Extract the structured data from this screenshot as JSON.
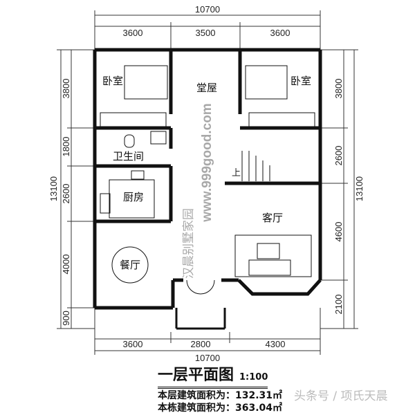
{
  "dimensions": {
    "top_total": "10700",
    "top_segments": [
      "3600",
      "3500",
      "3600"
    ],
    "left_total": "13100",
    "left_segments": [
      "3800",
      "1800",
      "2600",
      "4000",
      "900"
    ],
    "right_total": "13100",
    "right_segments": [
      "3800",
      "2600",
      "4600",
      "2100"
    ],
    "bottom_segments": [
      "3600",
      "2800",
      "4300"
    ],
    "bottom_total": "10700"
  },
  "rooms": {
    "bedroom_left": "卧室",
    "hall": "堂屋",
    "bedroom_right": "卧室",
    "bathroom": "卫生间",
    "kitchen": "厨房",
    "living_room": "客厅",
    "dining_room": "餐厅",
    "stair_up": "上"
  },
  "watermark": {
    "name": "汉晨别墅家园",
    "url": "www.999good.com"
  },
  "title": {
    "text": "一层平面图",
    "scale": "1:100"
  },
  "areas": {
    "floor_area": "本层建筑面积为：132.31㎡",
    "building_area": "本栋建筑面积为：363.04㎡"
  },
  "credit": "头条号 / 项氏天晨"
}
